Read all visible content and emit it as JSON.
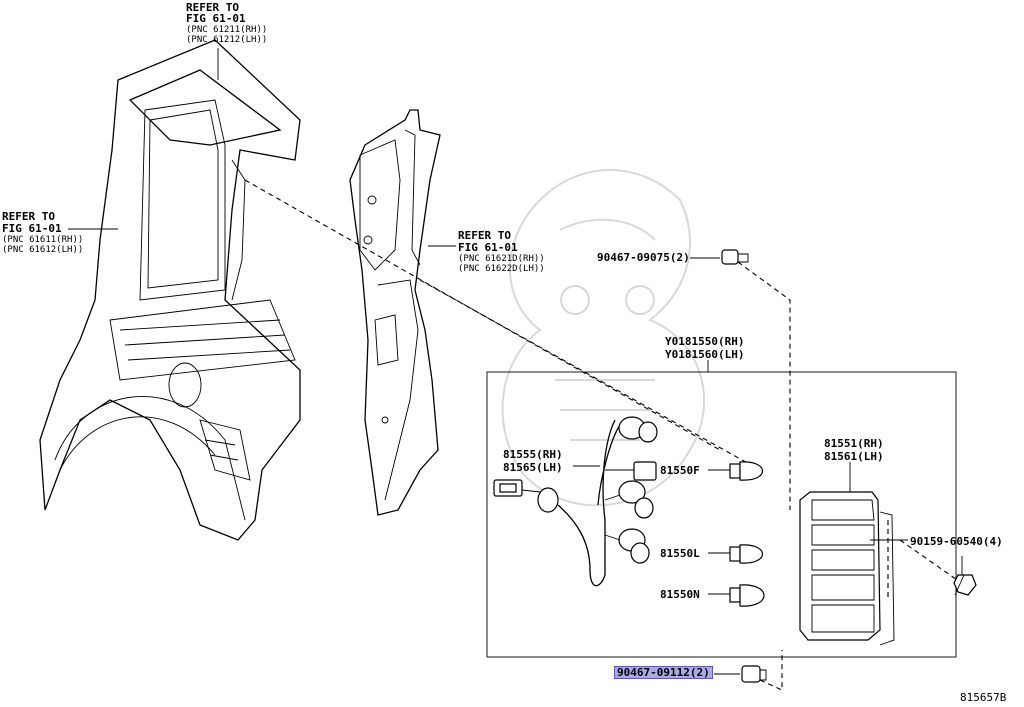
{
  "refs": {
    "top": {
      "line1": "REFER TO",
      "line2": "FIG 61-01",
      "pnc1": "(PNC 61211(RH))",
      "pnc2": "(PNC 61212(LH))"
    },
    "left": {
      "line1": "REFER TO",
      "line2": "FIG 61-01",
      "pnc1": "(PNC 61611(RH))",
      "pnc2": "(PNC 61612(LH))"
    },
    "middle": {
      "line1": "REFER TO",
      "line2": "FIG 61-01",
      "pnc1": "(PNC 61621D(RH))",
      "pnc2": "(PNC 61622D(LH))"
    }
  },
  "parts": {
    "clip_top": "90467-09075(2)",
    "assembly_rh": "Y0181550(RH)",
    "assembly_lh": "Y0181560(LH)",
    "socket_rh": "81555(RH)",
    "socket_lh": "81565(LH)",
    "bulb_f": "81550F",
    "bulb_l": "81550L",
    "bulb_n": "81550N",
    "lens_rh": "81551(RH)",
    "lens_lh": "81561(LH)",
    "screw": "90159-60540(4)",
    "clip_bottom": "90467-09112(2)"
  },
  "figure_id": "815657B",
  "colors": {
    "highlight": "#a9a9e6",
    "line": "#000000"
  }
}
